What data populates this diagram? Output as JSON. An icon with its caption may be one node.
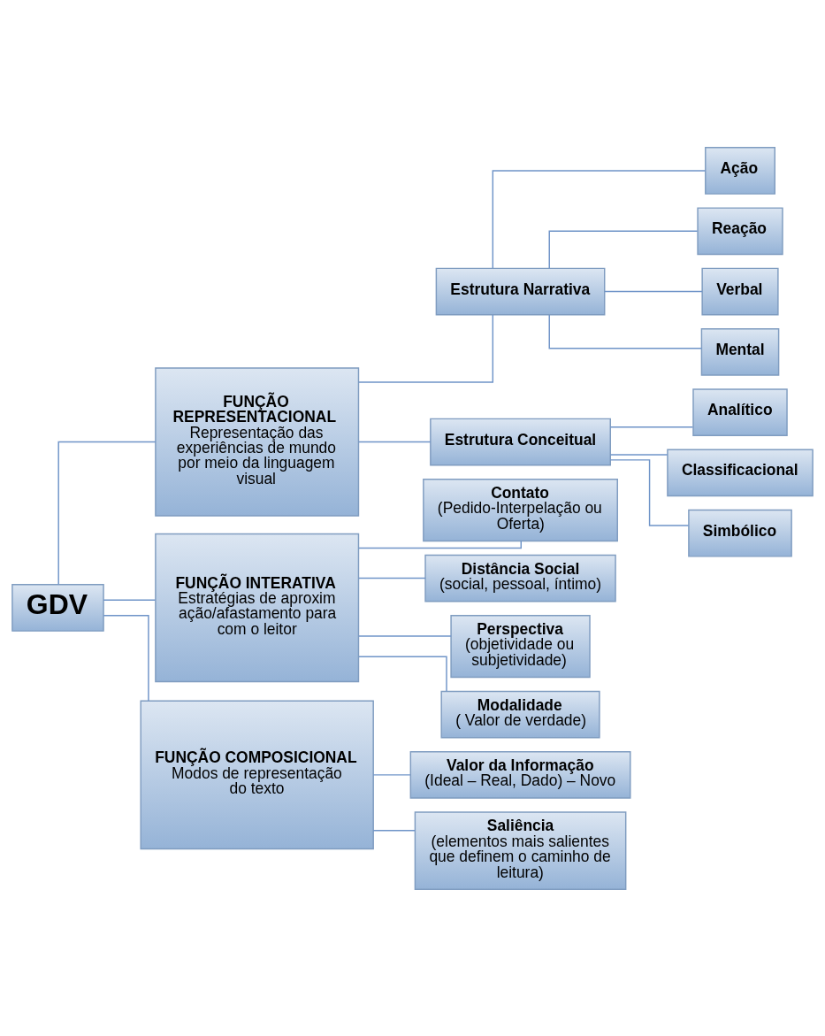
{
  "diagram": {
    "nodes": [
      {
        "text": [
          "GDV"
        ]
      },
      {
        "text": [
          "FUNÇÃO REPRESENTACIONAL",
          "Representação das experiências de mundo por meio da linguagem visual"
        ]
      },
      {
        "text": [
          "Estrutura Narrativa"
        ]
      },
      {
        "text": [
          "Ação"
        ]
      },
      {
        "text": [
          "Reação"
        ]
      },
      {
        "text": [
          "Verbal"
        ]
      },
      {
        "text": [
          "Mental"
        ]
      },
      {
        "text": [
          "Estrutura Conceitual"
        ]
      },
      {
        "text": [
          "Analítico"
        ]
      },
      {
        "text": [
          "Classificacional"
        ]
      },
      {
        "text": [
          "Simbólico"
        ]
      },
      {
        "text": [
          "FUNÇÃO INTERATIVA",
          "Estratégias de aproximação/afastamento para com o leitor"
        ]
      },
      {
        "text": [
          "Contato",
          "(Pedido-Interpelação ou Oferta)"
        ]
      },
      {
        "text": [
          "Distância Social",
          "(social, pessoal, íntimo)"
        ]
      },
      {
        "text": [
          "Perspectiva",
          "(objetividade ou subjetividade)"
        ]
      },
      {
        "text": [
          "Modalidade",
          "( Valor de verdade)"
        ]
      },
      {
        "text": [
          "FUNÇÃO COMPOSICIONAL",
          "Modos de representação do texto"
        ]
      },
      {
        "text": [
          "Valor da Informação",
          "(Ideal – Real, Dado) – Novo"
        ]
      },
      {
        "text": [
          "Saliência",
          "(elementos mais salientes que definem o caminho de leitura)"
        ]
      }
    ],
    "edges": [
      {
        "from": 0,
        "to": 1,
        "arrow": "none"
      },
      {
        "from": 0,
        "to": 11,
        "arrow": "none"
      },
      {
        "from": 0,
        "to": 16,
        "arrow": "none"
      },
      {
        "from": 1,
        "to": 2,
        "arrow": "none"
      },
      {
        "from": 1,
        "to": 7,
        "arrow": "none"
      },
      {
        "from": 2,
        "to": 3,
        "arrow": "none"
      },
      {
        "from": 2,
        "to": 4,
        "arrow": "none"
      },
      {
        "from": 2,
        "to": 5,
        "arrow": "none"
      },
      {
        "from": 2,
        "to": 6,
        "arrow": "none"
      },
      {
        "from": 7,
        "to": 8,
        "arrow": "none"
      },
      {
        "from": 7,
        "to": 9,
        "arrow": "none"
      },
      {
        "from": 7,
        "to": 10,
        "arrow": "none"
      },
      {
        "from": 11,
        "to": 12,
        "arrow": "none"
      },
      {
        "from": 11,
        "to": 13,
        "arrow": "none"
      },
      {
        "from": 11,
        "to": 14,
        "arrow": "none"
      },
      {
        "from": 11,
        "to": 15,
        "arrow": "none"
      },
      {
        "from": 16,
        "to": 17,
        "arrow": "none"
      },
      {
        "from": 16,
        "to": 18,
        "arrow": "none"
      }
    ]
  }
}
